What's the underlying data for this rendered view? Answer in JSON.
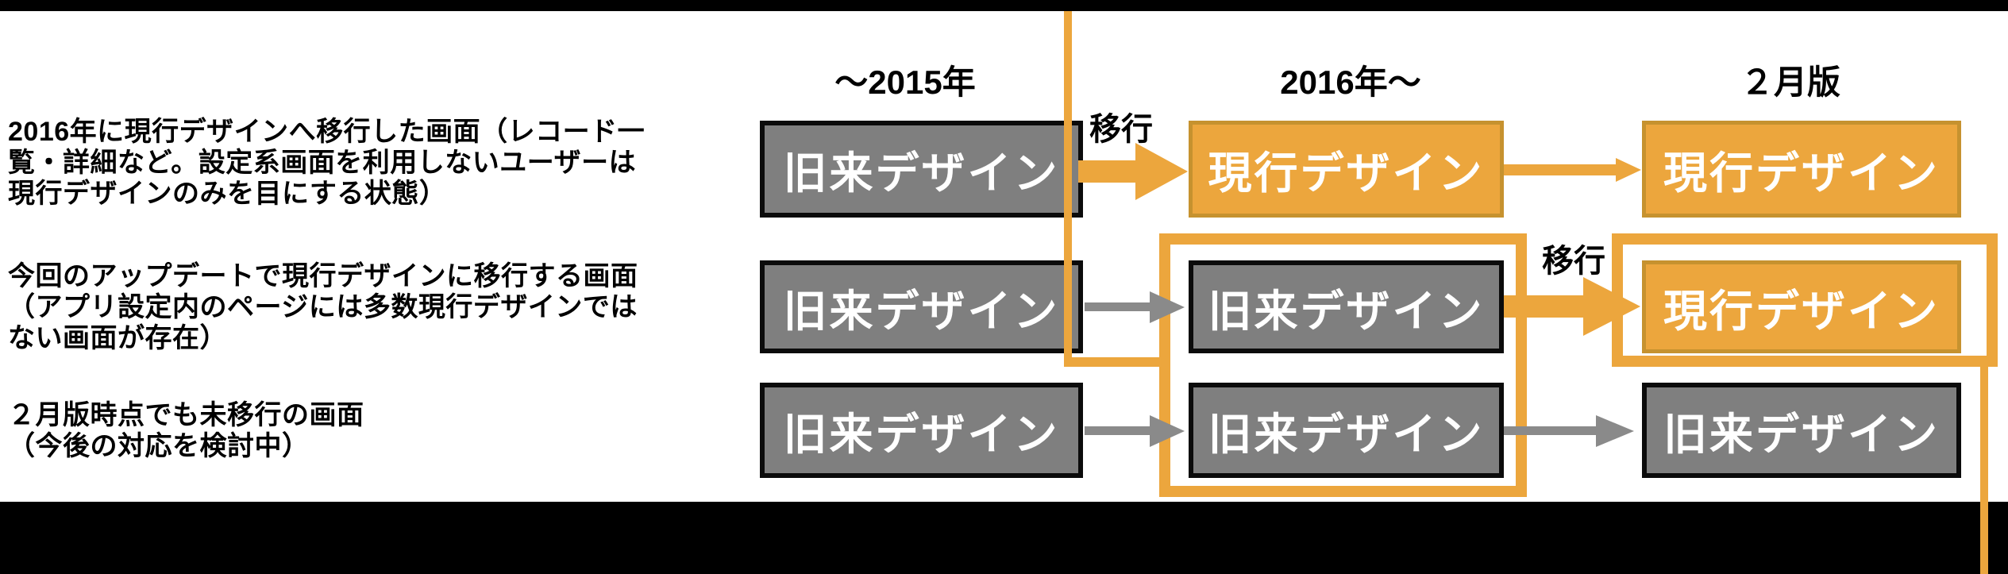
{
  "colors": {
    "accent-orange": "#ECA63D",
    "orange-box-border": "#C6922F",
    "gray-box-fill": "#7F7F7F",
    "gray-arrow": "#8A8A8A",
    "box-text": "#FFFFFF",
    "text-black": "#000000",
    "bar-black": "#000000"
  },
  "columns": [
    {
      "label": "～2015年"
    },
    {
      "label": "2016年～"
    },
    {
      "label": "２月版"
    }
  ],
  "rows": [
    {
      "description_lines": [
        "2016年に現行デザインへ移行した画面（レコード一",
        "覧・詳細など。設定系画面を利用しないユーザーは",
        "現行デザインのみを目にする状態）"
      ],
      "cells": [
        {
          "variant": "old",
          "label": "旧来デザイン"
        },
        {
          "variant": "new",
          "label": "現行デザイン"
        },
        {
          "variant": "new",
          "label": "現行デザイン"
        }
      ]
    },
    {
      "description_lines": [
        "今回のアップデートで現行デザインに移行する画面",
        "（アプリ設定内のページには多数現行デザインでは",
        "ない画面が存在）"
      ],
      "cells": [
        {
          "variant": "old",
          "label": "旧来デザイン"
        },
        {
          "variant": "old",
          "label": "旧来デザイン"
        },
        {
          "variant": "new",
          "label": "現行デザイン"
        }
      ]
    },
    {
      "description_lines": [
        "２月版時点でも未移行の画面",
        "（今後の対応を検討中）"
      ],
      "cells": [
        {
          "variant": "old",
          "label": "旧来デザイン"
        },
        {
          "variant": "old",
          "label": "旧来デザイン"
        },
        {
          "variant": "old",
          "label": "旧来デザイン"
        }
      ]
    }
  ],
  "labels": {
    "migration": "移行"
  }
}
